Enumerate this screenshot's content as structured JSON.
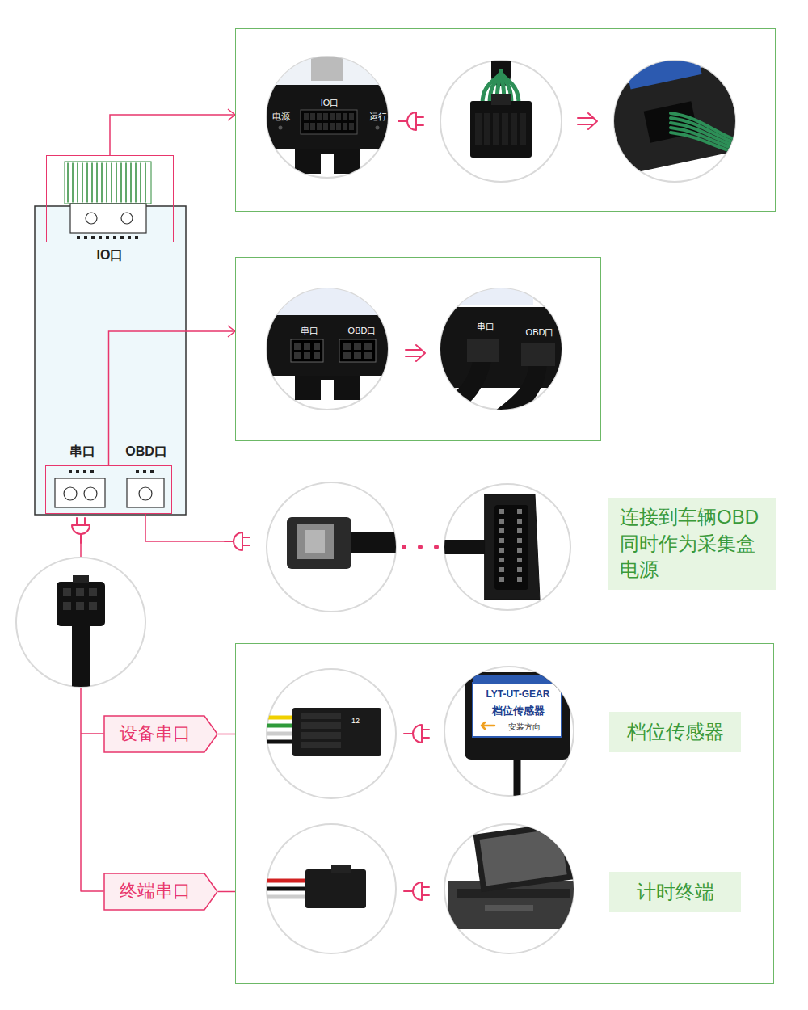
{
  "diagram": {
    "nodes": [
      {
        "text": [
          "IO口"
        ]
      },
      {
        "text": [
          "串口",
          "OBD口"
        ]
      },
      {
        "text": [
          "电源",
          "IO口",
          "运行"
        ]
      },
      {
        "text": [
          "串口",
          "OBD口"
        ]
      },
      {
        "text": [
          "连接到车辆OBD 同时作为采集盒 电源"
        ]
      },
      {
        "text": [
          "LYT-UT-GEAR",
          "档位传感器",
          "安装方向"
        ]
      },
      {
        "text": [
          "档位传感器"
        ],
        "in": 5
      },
      {
        "text": [
          "计时终端"
        ],
        "in": 5
      },
      {
        "text": [
          "设备串口"
        ]
      },
      {
        "text": [
          "终端串口"
        ]
      }
    ],
    "edges": [
      {
        "from": 0,
        "to": 2,
        "arrow": "to"
      },
      {
        "from": 1,
        "to": 3,
        "arrow": "to"
      },
      {
        "from": 8,
        "to": 5,
        "arrow": "none"
      },
      {
        "from": 9,
        "to": 5,
        "arrow": "none"
      }
    ],
    "labels": [
      "串口",
      "OBD口",
      "12"
    ]
  }
}
